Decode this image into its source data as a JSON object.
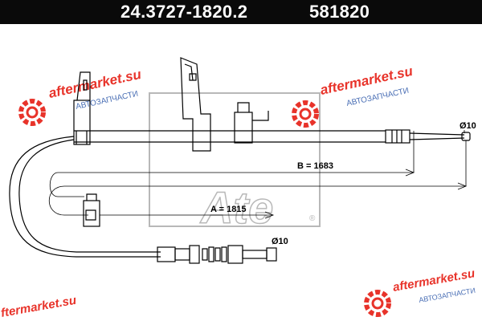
{
  "header": {
    "part_number": "24.3727-1820.2",
    "ref_number": "581820"
  },
  "dimensions": {
    "length_a": "A = 1815",
    "length_b": "B = 1683",
    "diameter_top": "Ø10",
    "diameter_bottom": "Ø10"
  },
  "logo": {
    "brand": "Ate",
    "registered": "®"
  },
  "watermark": {
    "line1": "aftermarket.su",
    "line2": "АВТОЗАПЧАСТИ"
  },
  "colors": {
    "header_bg": "#0a0a0a",
    "header_text": "#ffffff",
    "line": "#000000",
    "watermark_red": "#e8332a",
    "watermark_blue": "#4a6fb5",
    "logo_gray": "#b8b8b8"
  }
}
